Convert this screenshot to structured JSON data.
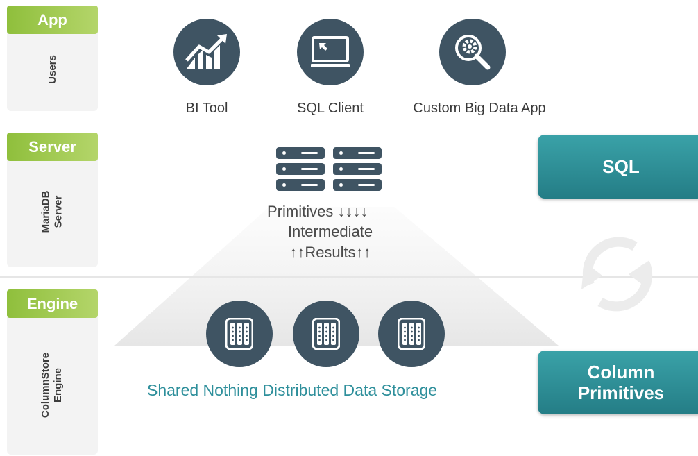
{
  "tiers": [
    {
      "tag": "App",
      "label": "Users"
    },
    {
      "tag": "Server",
      "label": "MariaDB\nServer"
    },
    {
      "tag": "Engine",
      "label": "ColumnStore\nEngine"
    }
  ],
  "apps": [
    {
      "label": "BI Tool",
      "icon": "chart-trend-icon"
    },
    {
      "label": "SQL Client",
      "icon": "monitor-icon"
    },
    {
      "label": "Custom Big Data App",
      "icon": "gear-search-icon"
    }
  ],
  "server": {
    "line1": "Primitives  ↓↓↓↓",
    "line2": "Intermediate",
    "line3": "↑↑Results↑↑"
  },
  "storage": {
    "label": "Shared Nothing Distributed Data Storage",
    "nodes": 3
  },
  "right_boxes": {
    "sql": "SQL",
    "column_primitives": "Column\nPrimitives"
  },
  "colors": {
    "accent_green": "#9fc74f",
    "icon_dark": "#3f5463",
    "teal": "#2e8f9b"
  }
}
